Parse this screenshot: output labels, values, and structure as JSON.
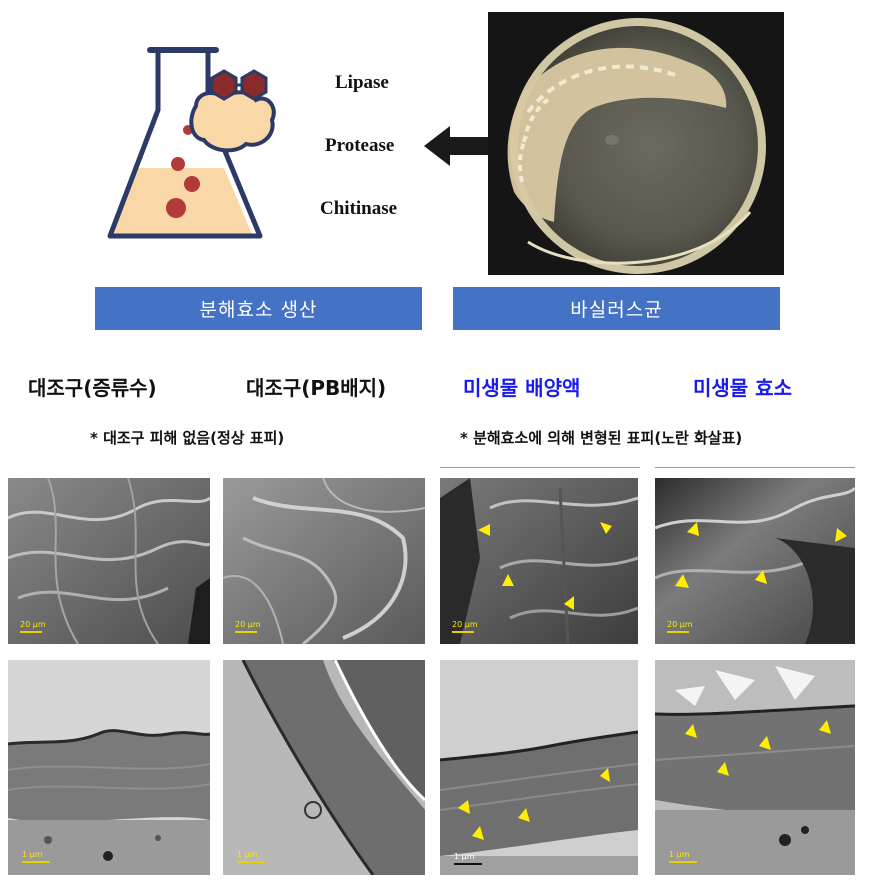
{
  "enzymes": [
    "Lipase",
    "Protease",
    "Chitinase"
  ],
  "banners": {
    "left": "분해효소 생산",
    "right": "바실러스균"
  },
  "groups": [
    {
      "label": "대조구(증류수)",
      "color": "#111111"
    },
    {
      "label": "대조구(PB배지)",
      "color": "#111111"
    },
    {
      "label": "미생물 배양액",
      "color": "#1a1aee"
    },
    {
      "label": "미생물 효소",
      "color": "#1a1aee"
    }
  ],
  "notes": {
    "left": "* 대조구 피해 없음(정상 표피)",
    "right": "* 분해효소에 의해 변형된 표피(노란 화살표)"
  },
  "scale_bars": {
    "sem": "20 μm",
    "tem": "1 μm"
  },
  "colors": {
    "banner": "#4472c4",
    "arrow_marker": "#ffee00",
    "scale_bar": "#e6d200",
    "flask_liquid": "#fad7a6",
    "particle": "#b33a3a",
    "hexagon": "#8b2a2a"
  },
  "icons": [
    "flask-icon",
    "petri-dish-image",
    "left-arrow-icon"
  ]
}
